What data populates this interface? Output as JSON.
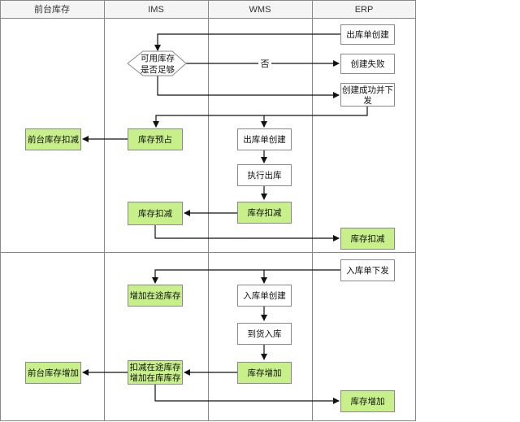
{
  "lanes": [
    "前台库存",
    "IMS",
    "WMS",
    "ERP"
  ],
  "colors": {
    "highlight_fill": "#c8f08a",
    "plain_fill": "#ffffff",
    "decision_fill": "#ffffff",
    "border": "#8a8a8a",
    "arrow": "#111111",
    "header_fill": "#f4f4f4",
    "grid": "#888888"
  },
  "nodes": {
    "erp_outbound_create": "出库单创建",
    "decision_stock": [
      "可用库存",
      "是否足够"
    ],
    "edge_no": "否",
    "create_fail": "创建失败",
    "create_success": [
      "创建成功并下",
      "发"
    ],
    "front_deduct": "前台库存扣减",
    "ims_reserve": "库存预占",
    "wms_outbound_create": "出库单创建",
    "exec_outbound": "执行出库",
    "wms_deduct": "库存扣减",
    "ims_deduct": "库存扣减",
    "erp_deduct": "库存扣减",
    "erp_inbound_issue": "入库单下发",
    "ims_in_transit_add": "增加在途库存",
    "wms_inbound_create": "入库单创建",
    "arrive_inbound": "到货入库",
    "wms_add": "库存增加",
    "ims_transfer": [
      "扣减在途库存",
      "增加在库库存"
    ],
    "front_add": "前台库存增加",
    "erp_add": "库存增加"
  }
}
